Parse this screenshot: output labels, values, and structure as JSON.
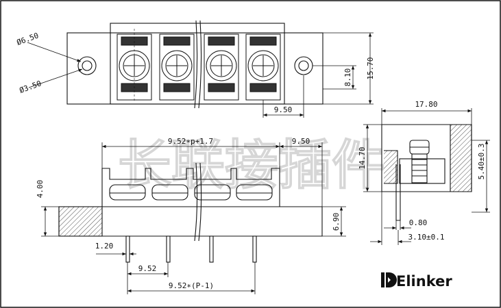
{
  "drawing": {
    "dimensions": {
      "hole_outer_dia": "Ø6.50",
      "hole_inner_dia": "Ø3.50",
      "top_total_height": "15.70",
      "top_hole_height": "8.10",
      "top_hole_offset": "9.50",
      "front_span": "9.52∗p+1.7",
      "front_offset": "9.50",
      "flange_height": "4.00",
      "body_height": "6.90",
      "pin_width": "1.20",
      "pin_pitch": "9.52",
      "pin_total": "9.52∗(P-1)",
      "side_width": "17.80",
      "side_height": "14.70",
      "side_screw_height": "5.40±0.3",
      "side_pin_width": "0.80",
      "side_pin_offset": "3.10±0.1"
    },
    "watermark_text": "长联接插件",
    "brand": {
      "name": "Elinker"
    }
  }
}
